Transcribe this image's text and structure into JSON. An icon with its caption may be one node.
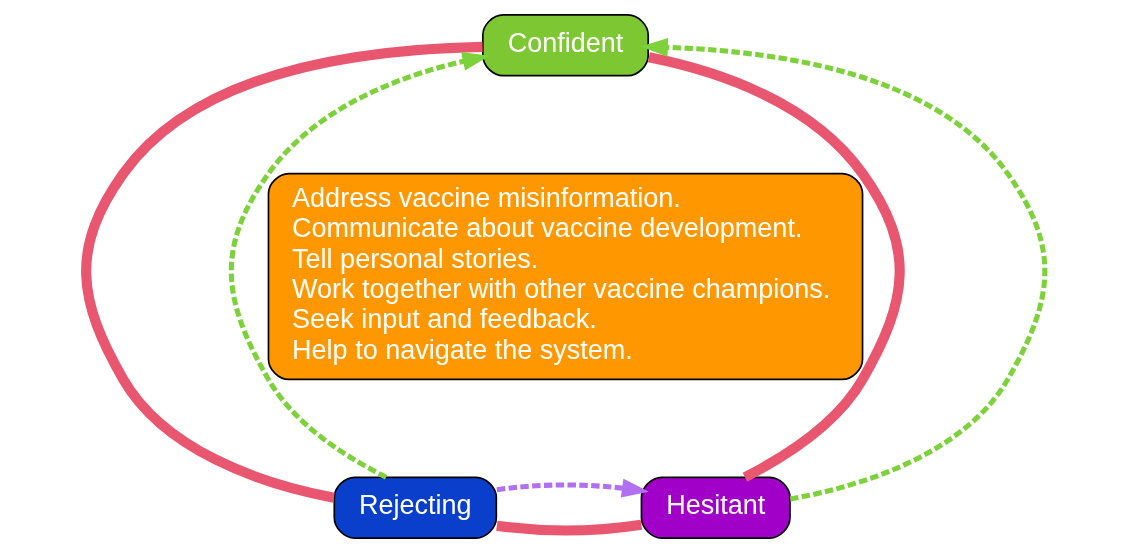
{
  "diagram": {
    "nodes": [
      {
        "text": [
          "Confident"
        ]
      },
      {
        "text": [
          "Rejecting"
        ]
      },
      {
        "text": [
          "Hesitant"
        ]
      },
      {
        "text": [
          "Address vaccine misinformation.",
          "Communicate about vaccine development.",
          "Tell personal stories.",
          "Work together with other vaccine champions.",
          "Seek input and feedback.",
          "Help to navigate the system."
        ]
      }
    ],
    "edges": [
      {
        "from": 0,
        "to": 1,
        "arrow": "none",
        "style": "thick",
        "color": "#e8566f"
      },
      {
        "from": 0,
        "to": 2,
        "arrow": "none",
        "style": "thick",
        "color": "#e8566f"
      },
      {
        "from": 1,
        "to": 2,
        "arrow": "none",
        "style": "thick",
        "color": "#e8566f"
      },
      {
        "from": 1,
        "to": 0,
        "arrow": "to",
        "style": "dashed",
        "color": "#7dd13a"
      },
      {
        "from": 2,
        "to": 0,
        "arrow": "to",
        "style": "dashed",
        "color": "#7dd13a"
      },
      {
        "from": 1,
        "to": 2,
        "arrow": "to",
        "style": "dashed",
        "color": "#b070f0"
      }
    ]
  }
}
